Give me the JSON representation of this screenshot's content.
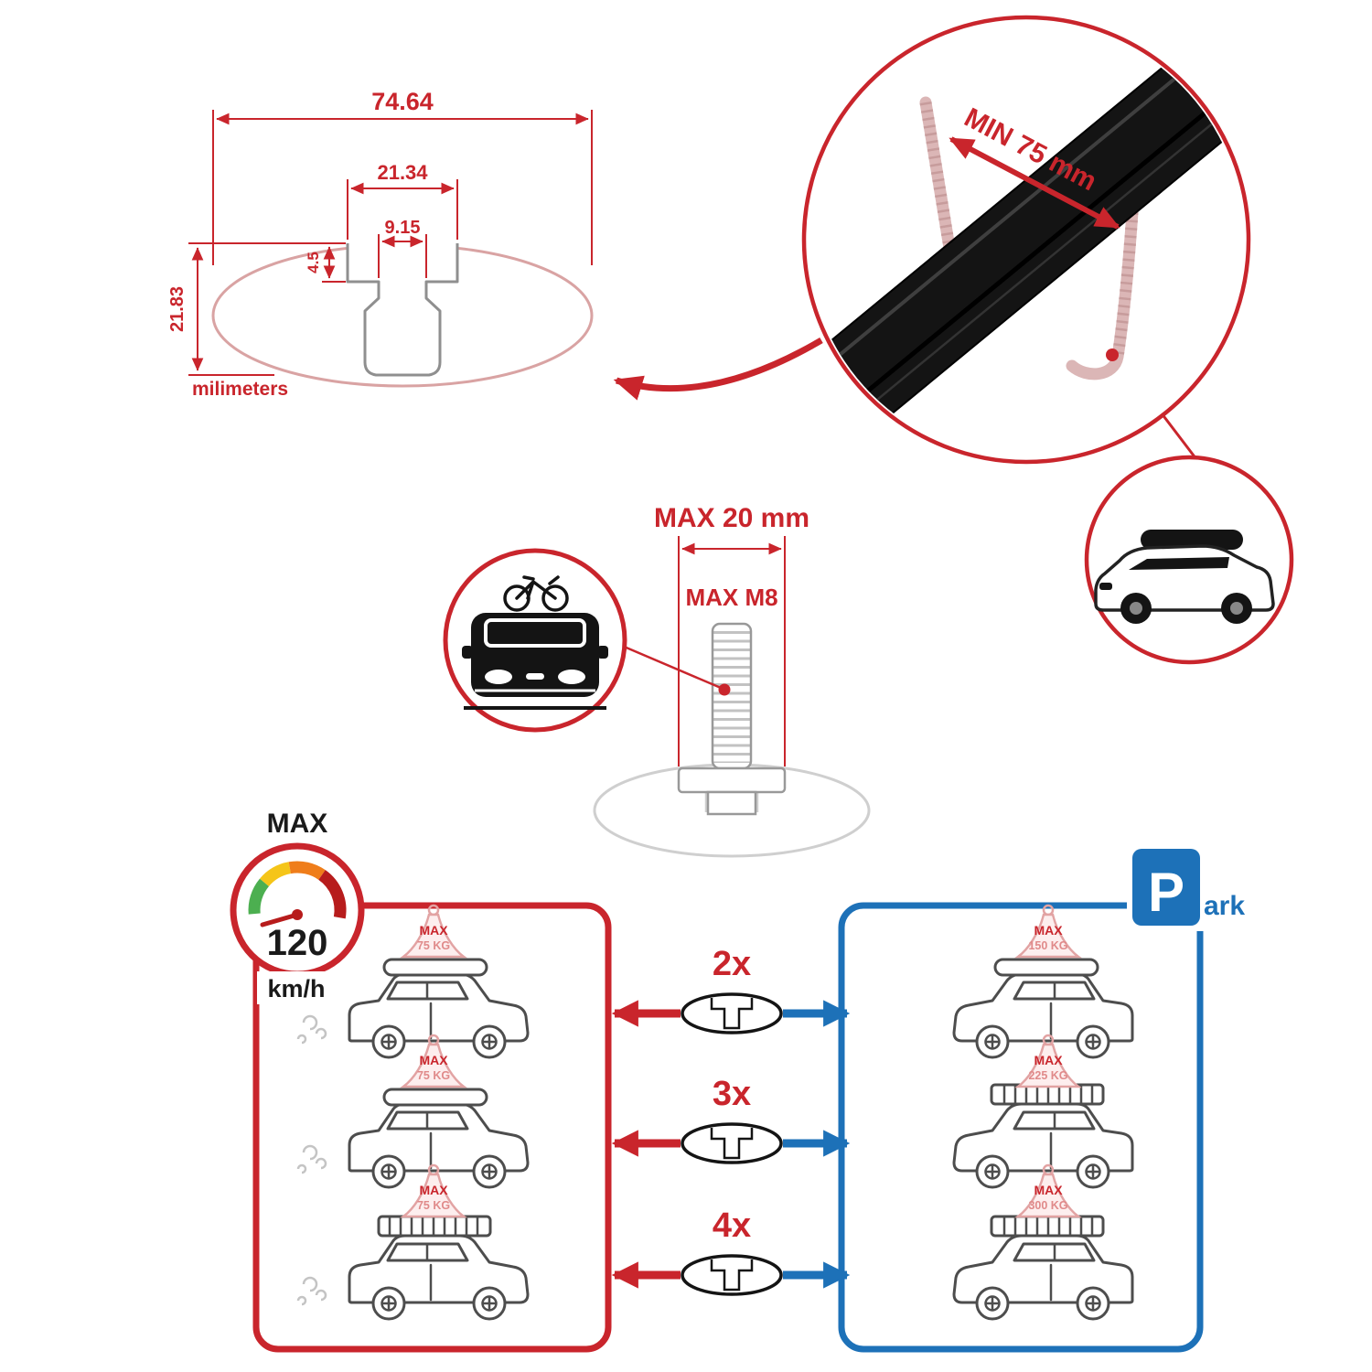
{
  "profile_dimensions": {
    "total_width": "74.64",
    "slot_outer_width": "21.34",
    "slot_inner_width": "9.15",
    "slot_depth": "4.5",
    "total_height": "21.83",
    "units_label": "milimeters"
  },
  "crossbar_detail": {
    "min_span_label": "MIN 75 mm"
  },
  "bolt_spec": {
    "max_width_label": "MAX 20 mm",
    "max_thread_label": "MAX M8"
  },
  "speed_gauge": {
    "title": "MAX",
    "value": "120",
    "unit": "km/h"
  },
  "park_sign": {
    "letter": "P",
    "suffix": "ark"
  },
  "load_rows": [
    {
      "count": "2x",
      "drive": {
        "l1": "MAX",
        "l2": "75 KG"
      },
      "park": {
        "l1": "MAX",
        "l2": "150 KG"
      }
    },
    {
      "count": "3x",
      "drive": {
        "l1": "MAX",
        "l2": "75 KG"
      },
      "park": {
        "l1": "MAX",
        "l2": "225 KG"
      }
    },
    {
      "count": "4x",
      "drive": {
        "l1": "MAX",
        "l2": "75 KG"
      },
      "park": {
        "l1": "MAX",
        "l2": "300 KG"
      }
    }
  ],
  "colors": {
    "red": "#c9252c",
    "blue": "#1d71b8",
    "bar_black": "#141414"
  }
}
